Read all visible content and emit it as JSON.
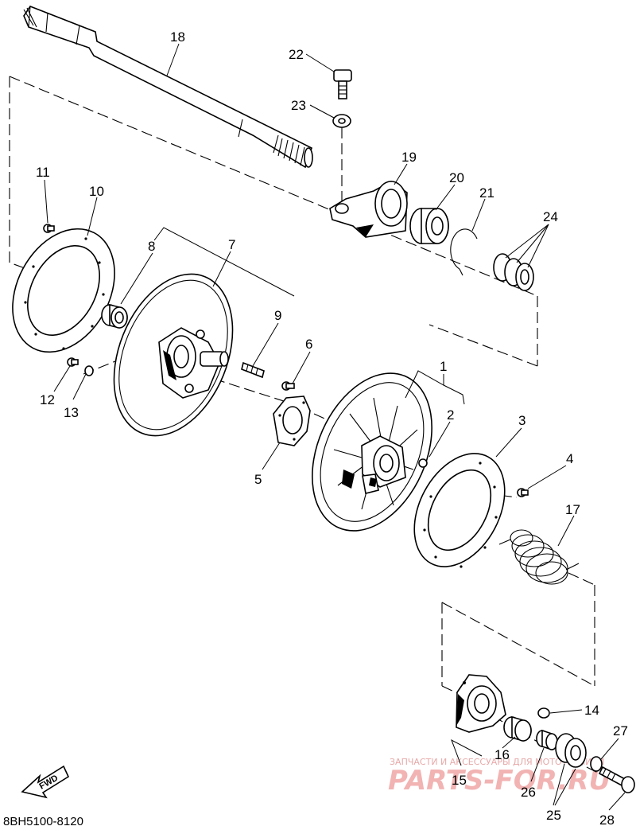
{
  "labels": {
    "l1": "1",
    "l2": "2",
    "l3": "3",
    "l4": "4",
    "l5": "5",
    "l6": "6",
    "l7": "7",
    "l8": "8",
    "l9": "9",
    "l10": "10",
    "l11": "11",
    "l12": "12",
    "l13": "13",
    "l14": "14",
    "l15": "15",
    "l16": "16",
    "l17": "17",
    "l18": "18",
    "l19": "19",
    "l20": "20",
    "l21": "21",
    "l22": "22",
    "l23": "23",
    "l24": "24",
    "l25": "25",
    "l26": "26",
    "l27": "27",
    "l28": "28"
  },
  "diagram_code": "8BH5100-8120",
  "fwd_label": "FWD",
  "watermark": {
    "tagline": "ЗАПЧАСТИ И АКСЕССУАРЫ ДЛЯ МОТОТЕХНИКИ",
    "brand": "PARTS-FOR.RU"
  }
}
